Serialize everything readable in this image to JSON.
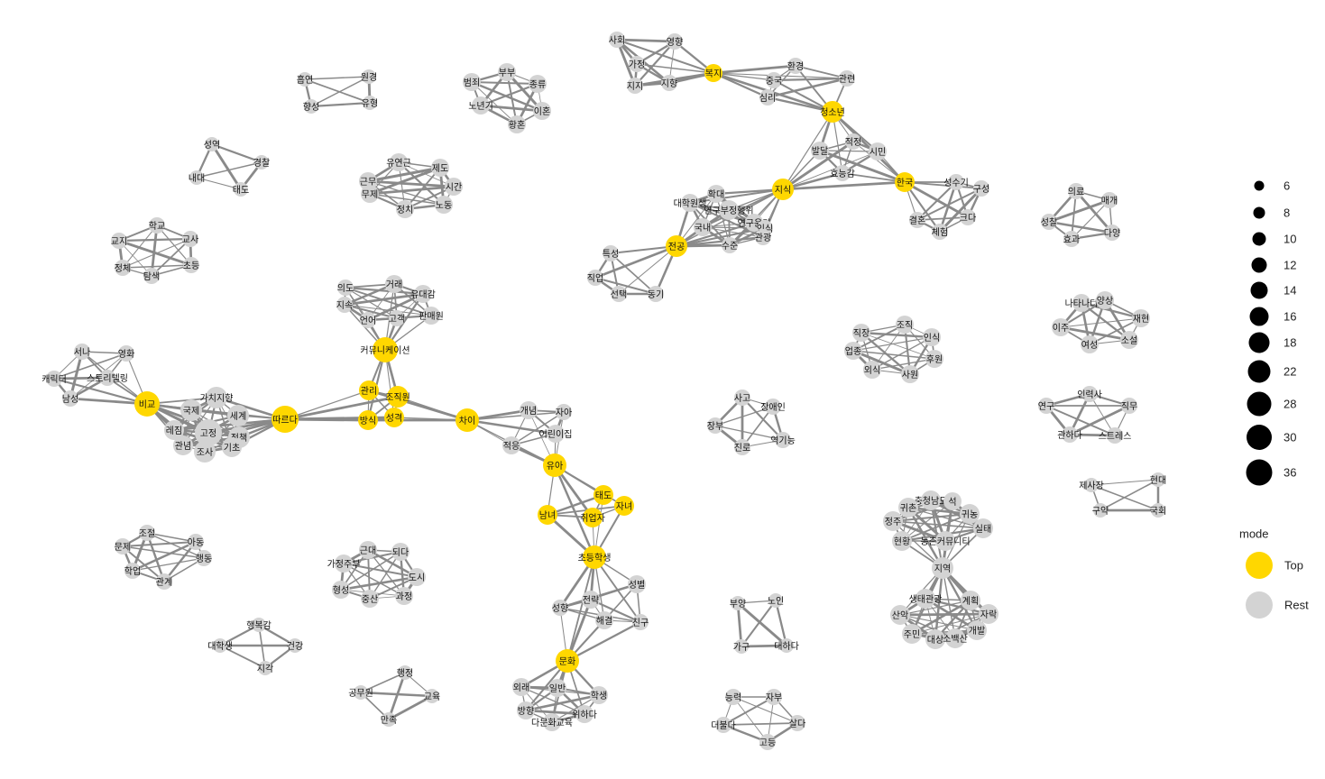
{
  "colors": {
    "top": "#FFD700",
    "rest": "#D3D3D3",
    "edge": "#8a8a8a",
    "legend_dot": "#000000"
  },
  "legend": {
    "size": {
      "values": [
        "6",
        "8",
        "10",
        "12",
        "14",
        "16",
        "18",
        "22",
        "28",
        "30",
        "36"
      ]
    },
    "mode": {
      "title": "mode",
      "items": [
        {
          "label": "Top",
          "key": "top"
        },
        {
          "label": "Rest",
          "key": "rest"
        }
      ]
    }
  },
  "network": {
    "nodes": [
      {
        "id": "n1",
        "label": "사회",
        "mode": "rest"
      },
      {
        "id": "n2",
        "label": "영향",
        "mode": "rest"
      },
      {
        "id": "n3",
        "label": "가정",
        "mode": "rest"
      },
      {
        "id": "n4",
        "label": "지지",
        "mode": "rest"
      },
      {
        "id": "n5",
        "label": "지향",
        "mode": "rest"
      },
      {
        "id": "n6",
        "label": "복지",
        "mode": "top"
      },
      {
        "id": "n7",
        "label": "환경",
        "mode": "rest"
      },
      {
        "id": "n8",
        "label": "중국",
        "mode": "rest"
      },
      {
        "id": "n9",
        "label": "관련",
        "mode": "rest"
      },
      {
        "id": "n10",
        "label": "심리",
        "mode": "rest"
      },
      {
        "id": "n11",
        "label": "청소년",
        "mode": "top"
      },
      {
        "id": "n12",
        "label": "적정",
        "mode": "rest"
      },
      {
        "id": "n13",
        "label": "발달",
        "mode": "rest"
      },
      {
        "id": "n14",
        "label": "시민",
        "mode": "rest"
      },
      {
        "id": "n15",
        "label": "효능감",
        "mode": "rest"
      },
      {
        "id": "n16",
        "label": "한국",
        "mode": "top"
      },
      {
        "id": "n17",
        "label": "성수기",
        "mode": "rest"
      },
      {
        "id": "n18",
        "label": "구성",
        "mode": "rest"
      },
      {
        "id": "n19",
        "label": "결혼",
        "mode": "rest"
      },
      {
        "id": "n20",
        "label": "크다",
        "mode": "rest"
      },
      {
        "id": "n21",
        "label": "체험",
        "mode": "rest"
      },
      {
        "id": "n22",
        "label": "지식",
        "mode": "top"
      },
      {
        "id": "n23",
        "label": "확대",
        "mode": "rest"
      },
      {
        "id": "n24",
        "label": "대학원생",
        "mode": "rest"
      },
      {
        "id": "n25",
        "label": "연구부정행위",
        "mode": "rest"
      },
      {
        "id": "n26",
        "label": "국내",
        "mode": "rest"
      },
      {
        "id": "n27",
        "label": "연구윤리",
        "mode": "rest"
      },
      {
        "id": "n28",
        "label": "인식",
        "mode": "rest"
      },
      {
        "id": "n29",
        "label": "관광",
        "mode": "rest"
      },
      {
        "id": "n30",
        "label": "수준",
        "mode": "rest"
      },
      {
        "id": "n31",
        "label": "전공",
        "mode": "top"
      },
      {
        "id": "n32",
        "label": "특성",
        "mode": "rest"
      },
      {
        "id": "n33",
        "label": "직업",
        "mode": "rest"
      },
      {
        "id": "n34",
        "label": "선택",
        "mode": "rest"
      },
      {
        "id": "n35",
        "label": "동기",
        "mode": "rest"
      },
      {
        "id": "n36",
        "label": "의도",
        "mode": "rest"
      },
      {
        "id": "n37",
        "label": "거래",
        "mode": "rest"
      },
      {
        "id": "n38",
        "label": "유대감",
        "mode": "rest"
      },
      {
        "id": "n39",
        "label": "지속",
        "mode": "rest"
      },
      {
        "id": "n40",
        "label": "언어",
        "mode": "rest"
      },
      {
        "id": "n41",
        "label": "고객",
        "mode": "rest"
      },
      {
        "id": "n42",
        "label": "판매원",
        "mode": "rest"
      },
      {
        "id": "n43",
        "label": "커뮤니케이션",
        "mode": "top"
      },
      {
        "id": "n44",
        "label": "관리",
        "mode": "top"
      },
      {
        "id": "n45",
        "label": "조직원",
        "mode": "top"
      },
      {
        "id": "n46",
        "label": "방식",
        "mode": "top"
      },
      {
        "id": "n47",
        "label": "성격",
        "mode": "top"
      },
      {
        "id": "n48",
        "label": "따르다",
        "mode": "top"
      },
      {
        "id": "n49",
        "label": "가치지향",
        "mode": "rest"
      },
      {
        "id": "n50",
        "label": "국제",
        "mode": "rest"
      },
      {
        "id": "n51",
        "label": "세계",
        "mode": "rest"
      },
      {
        "id": "n52",
        "label": "레짐",
        "mode": "rest"
      },
      {
        "id": "n53",
        "label": "고정",
        "mode": "rest"
      },
      {
        "id": "n54",
        "label": "정책",
        "mode": "rest"
      },
      {
        "id": "n55",
        "label": "관념",
        "mode": "rest"
      },
      {
        "id": "n56",
        "label": "조사",
        "mode": "rest"
      },
      {
        "id": "n57",
        "label": "기초",
        "mode": "rest"
      },
      {
        "id": "n58",
        "label": "비교",
        "mode": "top"
      },
      {
        "id": "n59",
        "label": "서나",
        "mode": "rest"
      },
      {
        "id": "n60",
        "label": "영화",
        "mode": "rest"
      },
      {
        "id": "n61",
        "label": "캐릭터",
        "mode": "rest"
      },
      {
        "id": "n62",
        "label": "스토리텔링",
        "mode": "rest"
      },
      {
        "id": "n63",
        "label": "남성",
        "mode": "rest"
      },
      {
        "id": "n64",
        "label": "차이",
        "mode": "top"
      },
      {
        "id": "n65",
        "label": "개념",
        "mode": "rest"
      },
      {
        "id": "n66",
        "label": "자아",
        "mode": "rest"
      },
      {
        "id": "n67",
        "label": "어린이집",
        "mode": "rest"
      },
      {
        "id": "n68",
        "label": "적응",
        "mode": "rest"
      },
      {
        "id": "n69",
        "label": "유아",
        "mode": "top"
      },
      {
        "id": "n70",
        "label": "태도",
        "mode": "top"
      },
      {
        "id": "n71",
        "label": "자녀",
        "mode": "top"
      },
      {
        "id": "n72",
        "label": "남녀",
        "mode": "top"
      },
      {
        "id": "n73",
        "label": "취업자",
        "mode": "top"
      },
      {
        "id": "n74",
        "label": "초등학생",
        "mode": "top"
      },
      {
        "id": "n75",
        "label": "성별",
        "mode": "rest"
      },
      {
        "id": "n76",
        "label": "성향",
        "mode": "rest"
      },
      {
        "id": "n77",
        "label": "전략",
        "mode": "rest"
      },
      {
        "id": "n78",
        "label": "해결",
        "mode": "rest"
      },
      {
        "id": "n79",
        "label": "친구",
        "mode": "rest"
      },
      {
        "id": "n80",
        "label": "문화",
        "mode": "top"
      },
      {
        "id": "n81",
        "label": "외래",
        "mode": "rest"
      },
      {
        "id": "n82",
        "label": "일반",
        "mode": "rest"
      },
      {
        "id": "n83",
        "label": "학생",
        "mode": "rest"
      },
      {
        "id": "n84",
        "label": "방향",
        "mode": "rest"
      },
      {
        "id": "n85",
        "label": "다문화교육",
        "mode": "rest"
      },
      {
        "id": "n86",
        "label": "위하다",
        "mode": "rest"
      },
      {
        "id": "n87",
        "label": "흡연",
        "mode": "rest"
      },
      {
        "id": "n88",
        "label": "원경",
        "mode": "rest"
      },
      {
        "id": "n89",
        "label": "향성",
        "mode": "rest"
      },
      {
        "id": "n90",
        "label": "유형",
        "mode": "rest"
      },
      {
        "id": "n91",
        "label": "부부",
        "mode": "rest"
      },
      {
        "id": "n92",
        "label": "범죄",
        "mode": "rest"
      },
      {
        "id": "n93",
        "label": "종류",
        "mode": "rest"
      },
      {
        "id": "n94",
        "label": "노년기",
        "mode": "rest"
      },
      {
        "id": "n95",
        "label": "이혼",
        "mode": "rest"
      },
      {
        "id": "n96",
        "label": "황혼",
        "mode": "rest"
      },
      {
        "id": "n97",
        "label": "성역",
        "mode": "rest"
      },
      {
        "id": "n98",
        "label": "경찰",
        "mode": "rest"
      },
      {
        "id": "n99",
        "label": "내대",
        "mode": "rest"
      },
      {
        "id": "n100",
        "label": "태도",
        "mode": "rest"
      },
      {
        "id": "n101",
        "label": "유연근",
        "mode": "rest"
      },
      {
        "id": "n102",
        "label": "제도",
        "mode": "rest"
      },
      {
        "id": "n103",
        "label": "근무",
        "mode": "rest"
      },
      {
        "id": "n104",
        "label": "무제",
        "mode": "rest"
      },
      {
        "id": "n105",
        "label": "시간",
        "mode": "rest"
      },
      {
        "id": "n106",
        "label": "정치",
        "mode": "rest"
      },
      {
        "id": "n107",
        "label": "노동",
        "mode": "rest"
      },
      {
        "id": "n108",
        "label": "학교",
        "mode": "rest"
      },
      {
        "id": "n109",
        "label": "교지",
        "mode": "rest"
      },
      {
        "id": "n110",
        "label": "교사",
        "mode": "rest"
      },
      {
        "id": "n111",
        "label": "정체",
        "mode": "rest"
      },
      {
        "id": "n112",
        "label": "초등",
        "mode": "rest"
      },
      {
        "id": "n113",
        "label": "탐색",
        "mode": "rest"
      },
      {
        "id": "n114",
        "label": "조절",
        "mode": "rest"
      },
      {
        "id": "n115",
        "label": "문제",
        "mode": "rest"
      },
      {
        "id": "n116",
        "label": "아동",
        "mode": "rest"
      },
      {
        "id": "n117",
        "label": "행동",
        "mode": "rest"
      },
      {
        "id": "n118",
        "label": "학업",
        "mode": "rest"
      },
      {
        "id": "n119",
        "label": "관계",
        "mode": "rest"
      },
      {
        "id": "n120",
        "label": "행복감",
        "mode": "rest"
      },
      {
        "id": "n121",
        "label": "대학생",
        "mode": "rest"
      },
      {
        "id": "n122",
        "label": "건강",
        "mode": "rest"
      },
      {
        "id": "n123",
        "label": "지각",
        "mode": "rest"
      },
      {
        "id": "n124",
        "label": "근대",
        "mode": "rest"
      },
      {
        "id": "n125",
        "label": "되다",
        "mode": "rest"
      },
      {
        "id": "n126",
        "label": "가정주부",
        "mode": "rest"
      },
      {
        "id": "n127",
        "label": "도시",
        "mode": "rest"
      },
      {
        "id": "n128",
        "label": "형성",
        "mode": "rest"
      },
      {
        "id": "n129",
        "label": "중산",
        "mode": "rest"
      },
      {
        "id": "n130",
        "label": "과정",
        "mode": "rest"
      },
      {
        "id": "n131",
        "label": "행정",
        "mode": "rest"
      },
      {
        "id": "n132",
        "label": "공무원",
        "mode": "rest"
      },
      {
        "id": "n133",
        "label": "교육",
        "mode": "rest"
      },
      {
        "id": "n134",
        "label": "만족",
        "mode": "rest"
      },
      {
        "id": "n135",
        "label": "조직",
        "mode": "rest"
      },
      {
        "id": "n136",
        "label": "직장",
        "mode": "rest"
      },
      {
        "id": "n137",
        "label": "인식",
        "mode": "rest"
      },
      {
        "id": "n138",
        "label": "업종",
        "mode": "rest"
      },
      {
        "id": "n139",
        "label": "외식",
        "mode": "rest"
      },
      {
        "id": "n140",
        "label": "사원",
        "mode": "rest"
      },
      {
        "id": "n141",
        "label": "후원",
        "mode": "rest"
      },
      {
        "id": "n142",
        "label": "사고",
        "mode": "rest"
      },
      {
        "id": "n143",
        "label": "장애인",
        "mode": "rest"
      },
      {
        "id": "n144",
        "label": "장부",
        "mode": "rest"
      },
      {
        "id": "n145",
        "label": "진로",
        "mode": "rest"
      },
      {
        "id": "n146",
        "label": "역기능",
        "mode": "rest"
      },
      {
        "id": "n147",
        "label": "부양",
        "mode": "rest"
      },
      {
        "id": "n148",
        "label": "노인",
        "mode": "rest"
      },
      {
        "id": "n149",
        "label": "가구",
        "mode": "rest"
      },
      {
        "id": "n150",
        "label": "대하다",
        "mode": "rest"
      },
      {
        "id": "n151",
        "label": "능력",
        "mode": "rest"
      },
      {
        "id": "n152",
        "label": "자부",
        "mode": "rest"
      },
      {
        "id": "n153",
        "label": "더불다",
        "mode": "rest"
      },
      {
        "id": "n154",
        "label": "살다",
        "mode": "rest"
      },
      {
        "id": "n155",
        "label": "고등",
        "mode": "rest"
      },
      {
        "id": "n156",
        "label": "충청남도",
        "mode": "rest"
      },
      {
        "id": "n157",
        "label": "귀촌",
        "mode": "rest"
      },
      {
        "id": "n158",
        "label": "석",
        "mode": "rest"
      },
      {
        "id": "n159",
        "label": "귀농",
        "mode": "rest"
      },
      {
        "id": "n160",
        "label": "정주",
        "mode": "rest"
      },
      {
        "id": "n161",
        "label": "실태",
        "mode": "rest"
      },
      {
        "id": "n162",
        "label": "현황",
        "mode": "rest"
      },
      {
        "id": "n163",
        "label": "농촌커뮤니티",
        "mode": "rest"
      },
      {
        "id": "n164",
        "label": "지역",
        "mode": "rest"
      },
      {
        "id": "n165",
        "label": "생태관광",
        "mode": "rest"
      },
      {
        "id": "n166",
        "label": "계획",
        "mode": "rest"
      },
      {
        "id": "n167",
        "label": "산악",
        "mode": "rest"
      },
      {
        "id": "n168",
        "label": "자락",
        "mode": "rest"
      },
      {
        "id": "n169",
        "label": "주민",
        "mode": "rest"
      },
      {
        "id": "n170",
        "label": "대상",
        "mode": "rest"
      },
      {
        "id": "n171",
        "label": "소백산",
        "mode": "rest"
      },
      {
        "id": "n172",
        "label": "개발",
        "mode": "rest"
      },
      {
        "id": "n173",
        "label": "의료",
        "mode": "rest"
      },
      {
        "id": "n174",
        "label": "매개",
        "mode": "rest"
      },
      {
        "id": "n175",
        "label": "성찰",
        "mode": "rest"
      },
      {
        "id": "n176",
        "label": "효과",
        "mode": "rest"
      },
      {
        "id": "n177",
        "label": "다양",
        "mode": "rest"
      },
      {
        "id": "n178",
        "label": "나타나다",
        "mode": "rest"
      },
      {
        "id": "n179",
        "label": "양상",
        "mode": "rest"
      },
      {
        "id": "n180",
        "label": "이주",
        "mode": "rest"
      },
      {
        "id": "n181",
        "label": "재현",
        "mode": "rest"
      },
      {
        "id": "n182",
        "label": "여성",
        "mode": "rest"
      },
      {
        "id": "n183",
        "label": "소설",
        "mode": "rest"
      },
      {
        "id": "n184",
        "label": "연구",
        "mode": "rest"
      },
      {
        "id": "n185",
        "label": "인력사",
        "mode": "rest"
      },
      {
        "id": "n186",
        "label": "직무",
        "mode": "rest"
      },
      {
        "id": "n187",
        "label": "관하다",
        "mode": "rest"
      },
      {
        "id": "n188",
        "label": "스트레스",
        "mode": "rest"
      },
      {
        "id": "n189",
        "label": "제사장",
        "mode": "rest"
      },
      {
        "id": "n190",
        "label": "현대",
        "mode": "rest"
      },
      {
        "id": "n191",
        "label": "구약",
        "mode": "rest"
      },
      {
        "id": "n192",
        "label": "국회",
        "mode": "rest"
      }
    ]
  }
}
